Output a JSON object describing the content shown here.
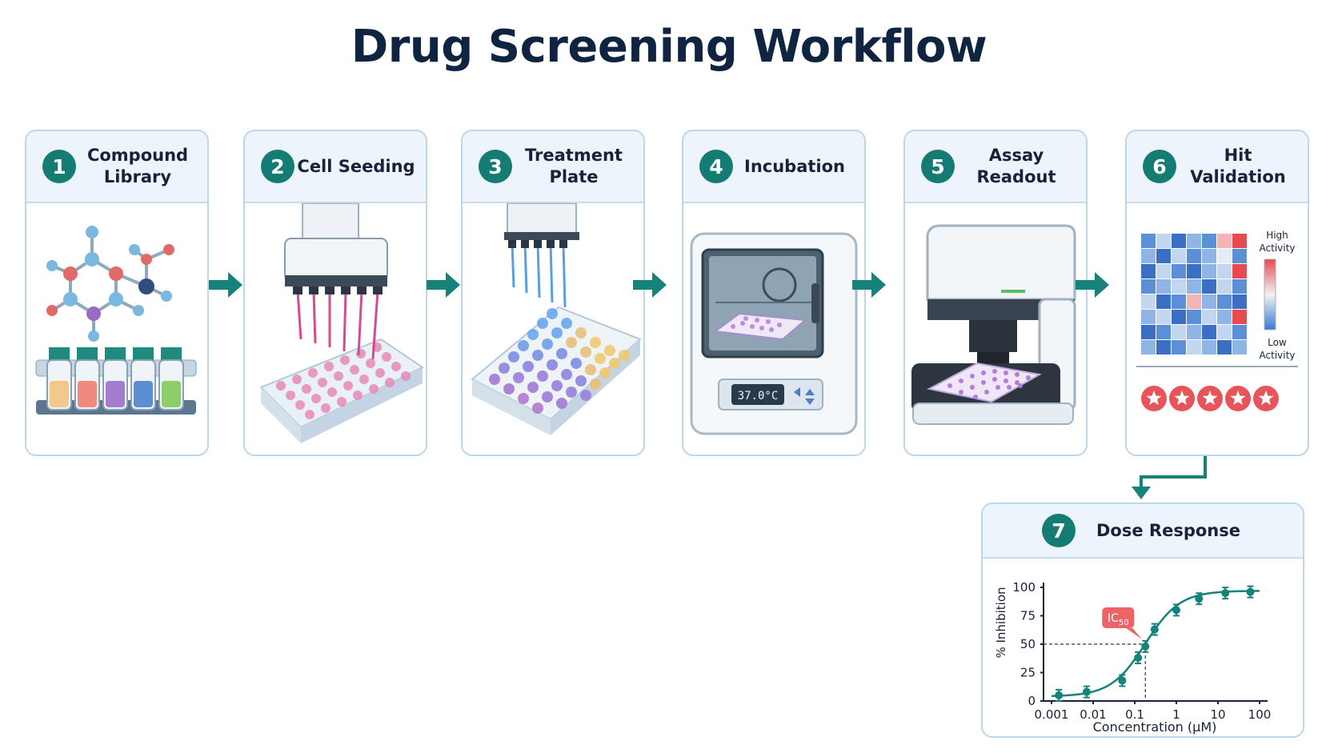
{
  "title": "Drug Screening Workflow",
  "steps": [
    {
      "number": "1",
      "label": "Compound\nLibrary"
    },
    {
      "number": "2",
      "label": "Cell Seeding"
    },
    {
      "number": "3",
      "label": "Treatment\nPlate"
    },
    {
      "number": "4",
      "label": "Incubation"
    },
    {
      "number": "5",
      "label": "Assay\nReadout"
    },
    {
      "number": "6",
      "label": "Hit\nValidation"
    },
    {
      "number": "7",
      "label": "Dose Response"
    }
  ],
  "incubator_display": "37.0°C",
  "heatmap_legend": {
    "high": "High\nActivity",
    "low": "Low\nActivity"
  },
  "hit_count_stars": 5,
  "chart_data": {
    "type": "scatter",
    "x_scale": "log",
    "xlabel": "Concentration (μM)",
    "ylabel": "% Inhibition",
    "xlim": [
      0.001,
      100
    ],
    "ylim": [
      0,
      100
    ],
    "x_ticks": [
      "0.001",
      "0.01",
      "0.1",
      "1",
      "10",
      "100"
    ],
    "y_ticks": [
      "0",
      "25",
      "50",
      "75",
      "100"
    ],
    "x": [
      0.0015,
      0.007,
      0.05,
      0.12,
      0.18,
      0.3,
      1,
      3.5,
      15,
      60
    ],
    "y": [
      5,
      8,
      18,
      38,
      48,
      63,
      80,
      90,
      95,
      96
    ],
    "annotation": "IC50",
    "ic50_x": 0.18
  }
}
